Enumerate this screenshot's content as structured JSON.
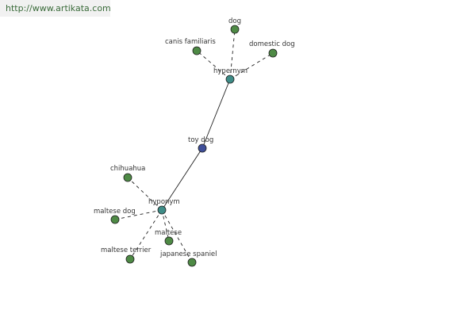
{
  "source_url": "http://www.artikata.com",
  "colors": {
    "root": "#3f4f9a",
    "relation": "#3e8c87",
    "term": "#4e8a45",
    "edge": "#222222",
    "text": "#333333"
  },
  "nodes": [
    {
      "id": "toy-dog",
      "label": "toy dog",
      "kind": "root"
    },
    {
      "id": "hypernym",
      "label": "hypernym",
      "kind": "relation"
    },
    {
      "id": "hyponym",
      "label": "hyponym",
      "kind": "relation"
    },
    {
      "id": "dog",
      "label": "dog",
      "kind": "term"
    },
    {
      "id": "canis-familiaris",
      "label": "canis familiaris",
      "kind": "term"
    },
    {
      "id": "domestic-dog",
      "label": "domestic dog",
      "kind": "term"
    },
    {
      "id": "chihuahua",
      "label": "chihuahua",
      "kind": "term"
    },
    {
      "id": "maltese-dog",
      "label": "maltese dog",
      "kind": "term"
    },
    {
      "id": "maltese",
      "label": "maltese",
      "kind": "term"
    },
    {
      "id": "maltese-terrier",
      "label": "maltese terrier",
      "kind": "term"
    },
    {
      "id": "japanese-spaniel",
      "label": "japanese spaniel",
      "kind": "term"
    }
  ],
  "edges": [
    {
      "from": "toy-dog",
      "to": "hypernym",
      "style": "solid"
    },
    {
      "from": "toy-dog",
      "to": "hyponym",
      "style": "solid"
    },
    {
      "from": "hypernym",
      "to": "dog",
      "style": "dashed"
    },
    {
      "from": "hypernym",
      "to": "canis-familiaris",
      "style": "dashed"
    },
    {
      "from": "hypernym",
      "to": "domestic-dog",
      "style": "dashed"
    },
    {
      "from": "hyponym",
      "to": "chihuahua",
      "style": "dashed"
    },
    {
      "from": "hyponym",
      "to": "maltese-dog",
      "style": "dashed"
    },
    {
      "from": "hyponym",
      "to": "maltese",
      "style": "dashed"
    },
    {
      "from": "hyponym",
      "to": "maltese-terrier",
      "style": "dashed"
    },
    {
      "from": "hyponym",
      "to": "japanese-spaniel",
      "style": "dashed"
    }
  ]
}
